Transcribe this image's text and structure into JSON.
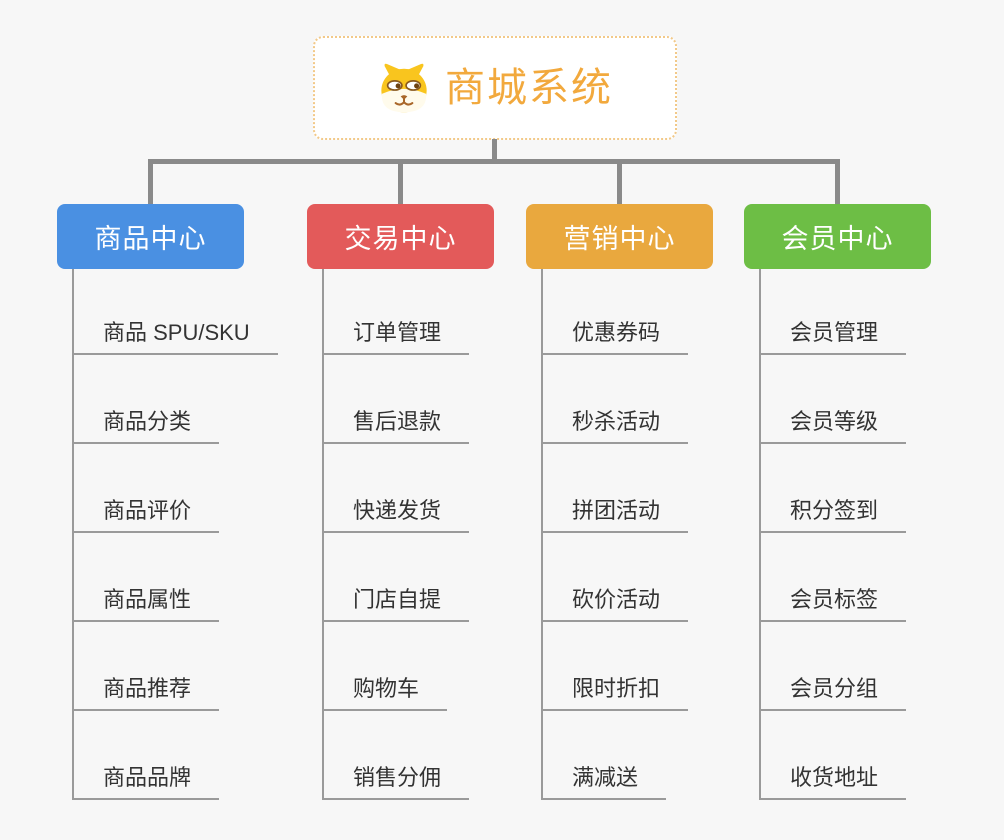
{
  "root": {
    "title": "商城系统",
    "icon": "dog-face-icon"
  },
  "branches": [
    {
      "id": "product",
      "label": "商品中心",
      "color": "#4a90e2",
      "items": [
        "商品 SPU/SKU",
        "商品分类",
        "商品评价",
        "商品属性",
        "商品推荐",
        "商品品牌"
      ]
    },
    {
      "id": "trade",
      "label": "交易中心",
      "color": "#e35a5a",
      "items": [
        "订单管理",
        "售后退款",
        "快递发货",
        "门店自提",
        "购物车",
        "销售分佣"
      ]
    },
    {
      "id": "marketing",
      "label": "营销中心",
      "color": "#e9a83e",
      "items": [
        "优惠券码",
        "秒杀活动",
        "拼团活动",
        "砍价活动",
        "限时折扣",
        "满减送"
      ]
    },
    {
      "id": "member",
      "label": "会员中心",
      "color": "#6dbe45",
      "items": [
        "会员管理",
        "会员等级",
        "积分签到",
        "会员标签",
        "会员分组",
        "收货地址"
      ]
    }
  ],
  "colors": {
    "root_accent": "#f2a93d",
    "root_border": "#f2c989",
    "connector": "#8a8a8a",
    "spine": "#9a9a9a",
    "item_text": "#333333",
    "background": "#f7f7f7"
  }
}
